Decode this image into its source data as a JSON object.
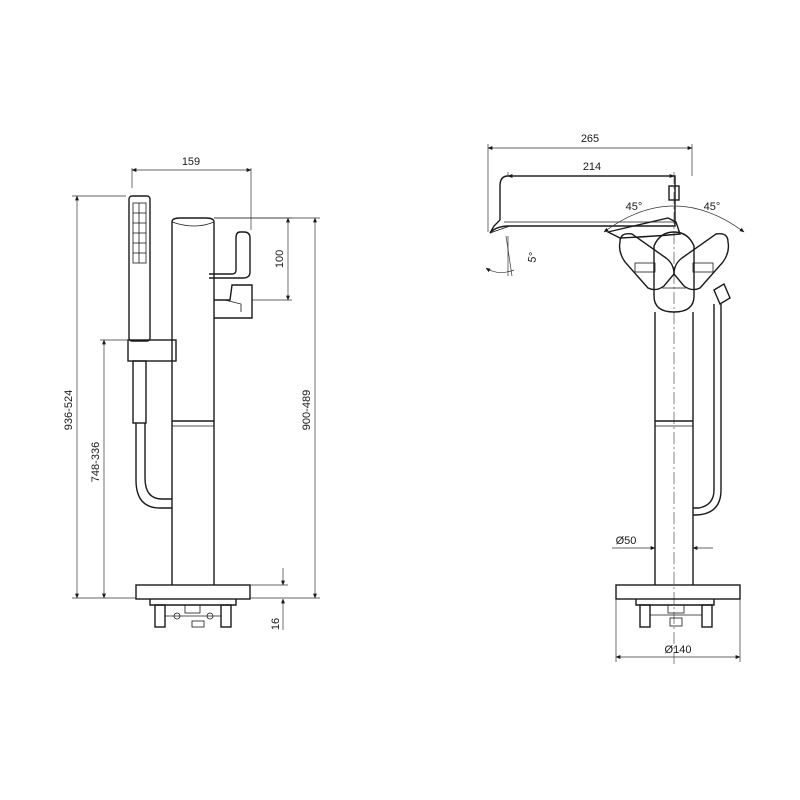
{
  "drawing": {
    "side_view": {
      "dim_width": "159",
      "dim_lever_height": "100",
      "dim_overall_height": "936-524",
      "dim_holder_height": "748-336",
      "dim_spout_height": "900-489",
      "dim_base_thickness": "16"
    },
    "front_view": {
      "dim_reach_total": "265",
      "dim_reach_spout": "214",
      "dim_angle_left": "45°",
      "dim_angle_right": "45°",
      "dim_spout_tilt": "5°",
      "dim_pipe_diameter": "Ø50",
      "dim_base_diameter": "Ø140"
    }
  }
}
